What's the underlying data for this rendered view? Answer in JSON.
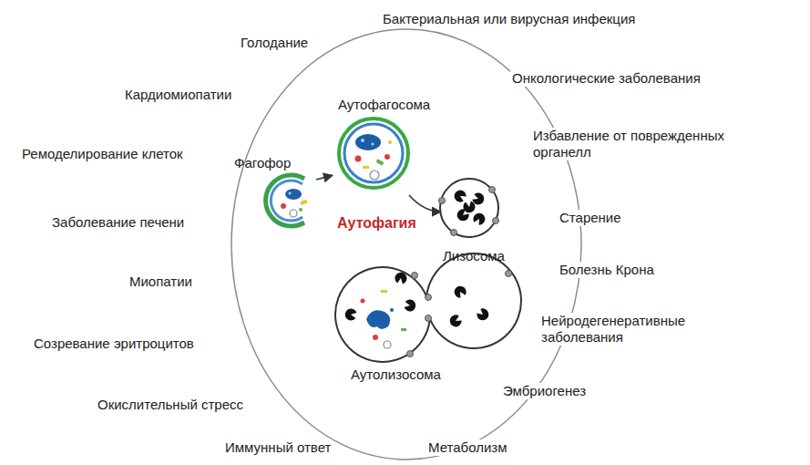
{
  "diagram": {
    "nodes": [
      {
        "text": [
          "Фагофор"
        ]
      },
      {
        "text": [
          "Аутофагосома"
        ]
      },
      {
        "text": [
          "Лизосома"
        ]
      },
      {
        "text": [
          "Аутолизосома"
        ]
      }
    ],
    "edges": [
      {
        "from": 0,
        "to": 1,
        "arrow": "to"
      },
      {
        "from": 1,
        "to": 2,
        "arrow": "to"
      }
    ],
    "labels": [
      "Голодание",
      "Бактериальная или вирусная инфекция",
      "Кардиомиопатии",
      "Онкологические заболевания",
      "Ремоделирование клеток",
      "Избавление от поврежденных органелл",
      "Заболевание печени",
      "Старение",
      "Миопатии",
      "Болезнь Крона",
      "Нейродегенеративные заболевания",
      "Созревание эритроцитов",
      "Эмбриогенез",
      "Окислительный стресс",
      "Иммунный ответ",
      "Метаболизм",
      "Аутофагия"
    ]
  }
}
